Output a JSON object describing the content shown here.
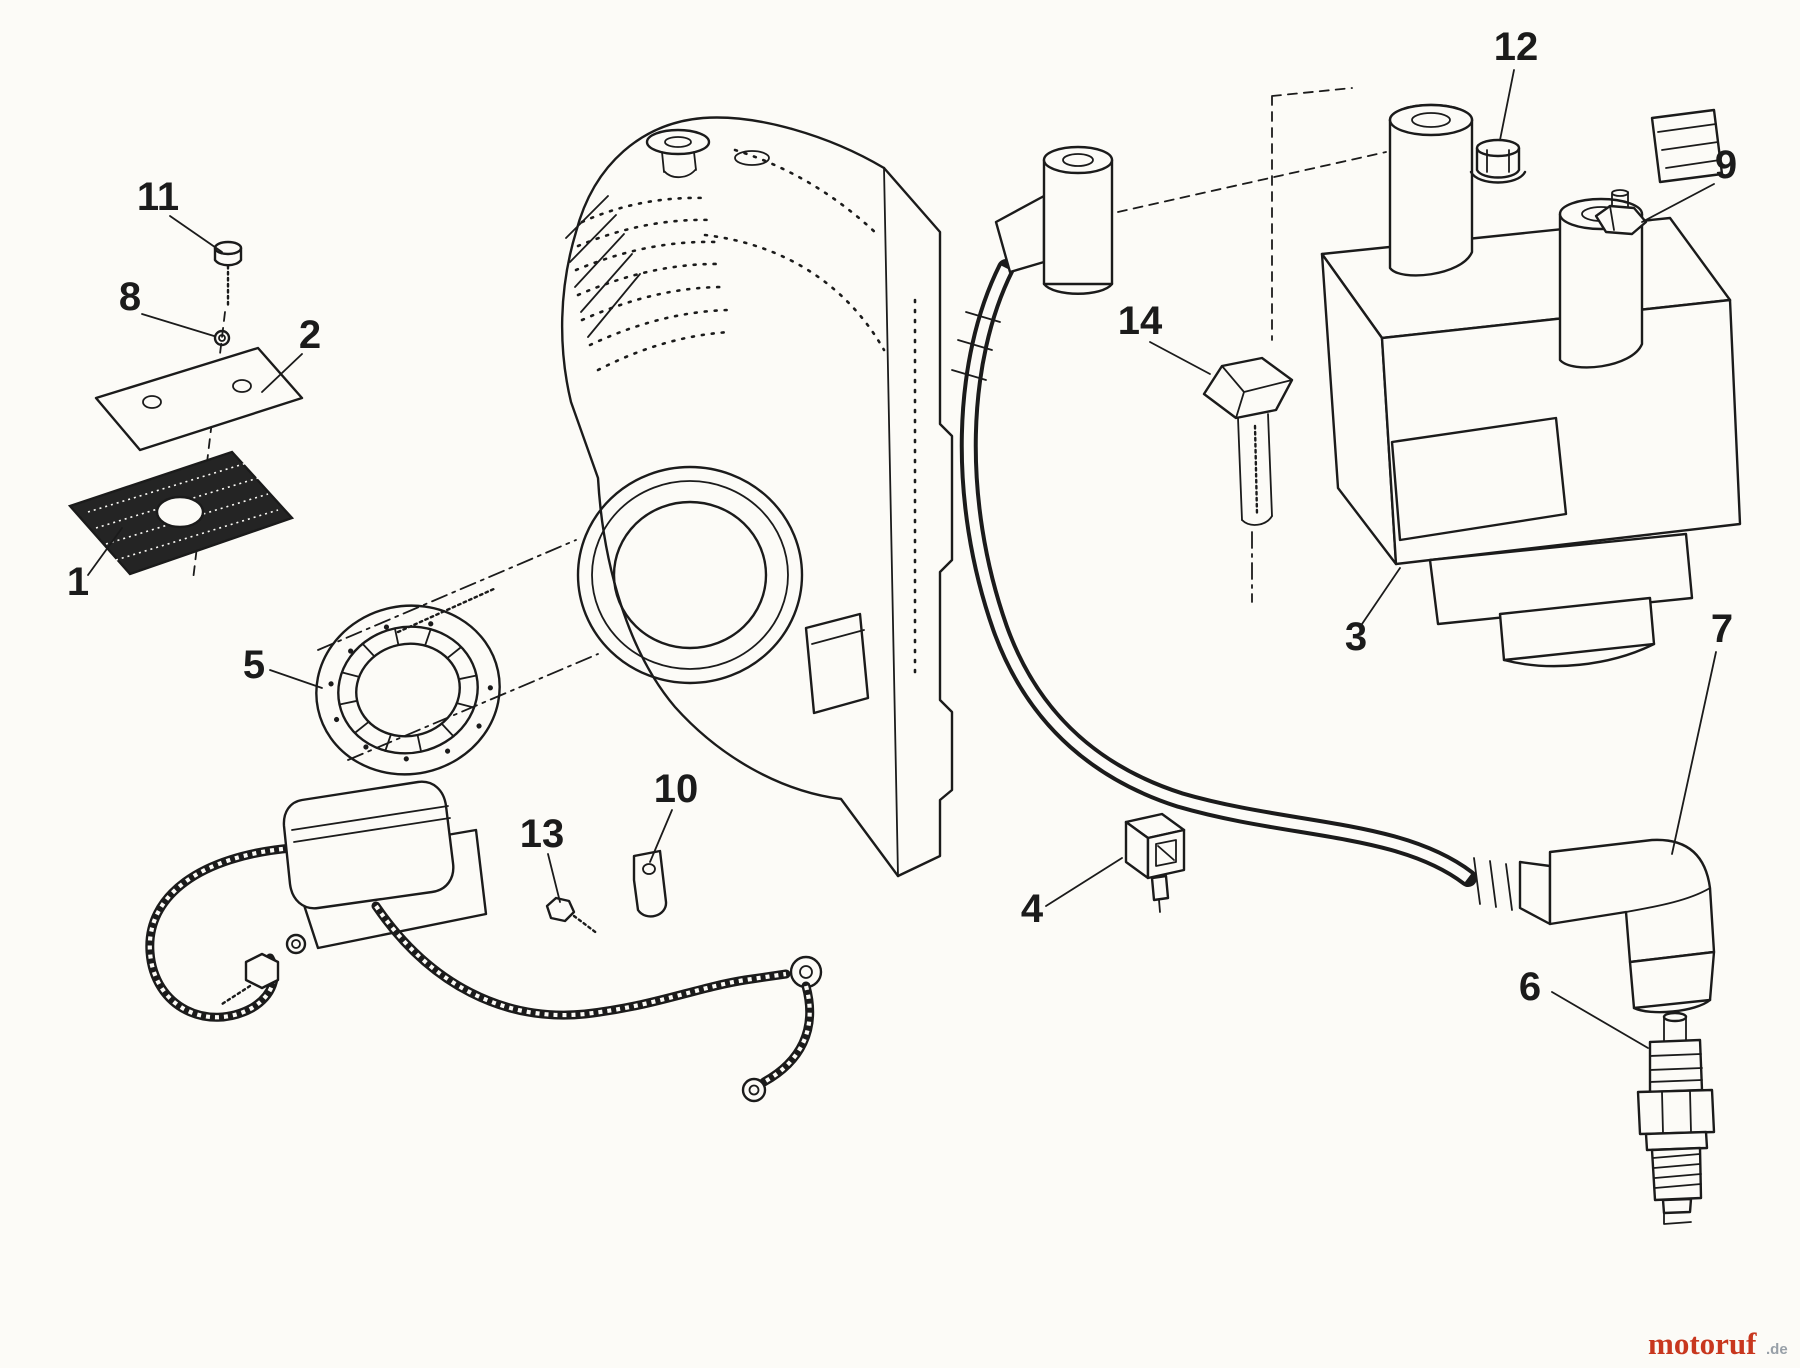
{
  "canvas": {
    "background": "#fcfbf7",
    "ink": "#1b1b1b"
  },
  "diagram": {
    "callouts": [
      {
        "label": "1"
      },
      {
        "label": "2"
      },
      {
        "label": "3"
      },
      {
        "label": "4"
      },
      {
        "label": "5"
      },
      {
        "label": "6"
      },
      {
        "label": "7"
      },
      {
        "label": "8"
      },
      {
        "label": "9"
      },
      {
        "label": "10"
      },
      {
        "label": "11"
      },
      {
        "label": "12"
      },
      {
        "label": "13"
      },
      {
        "label": "14"
      }
    ]
  },
  "watermark": {
    "brand": "motoruf",
    "suffix": ".de",
    "brand_color": "#c8371e",
    "suffix_color": "#98a0a8"
  }
}
